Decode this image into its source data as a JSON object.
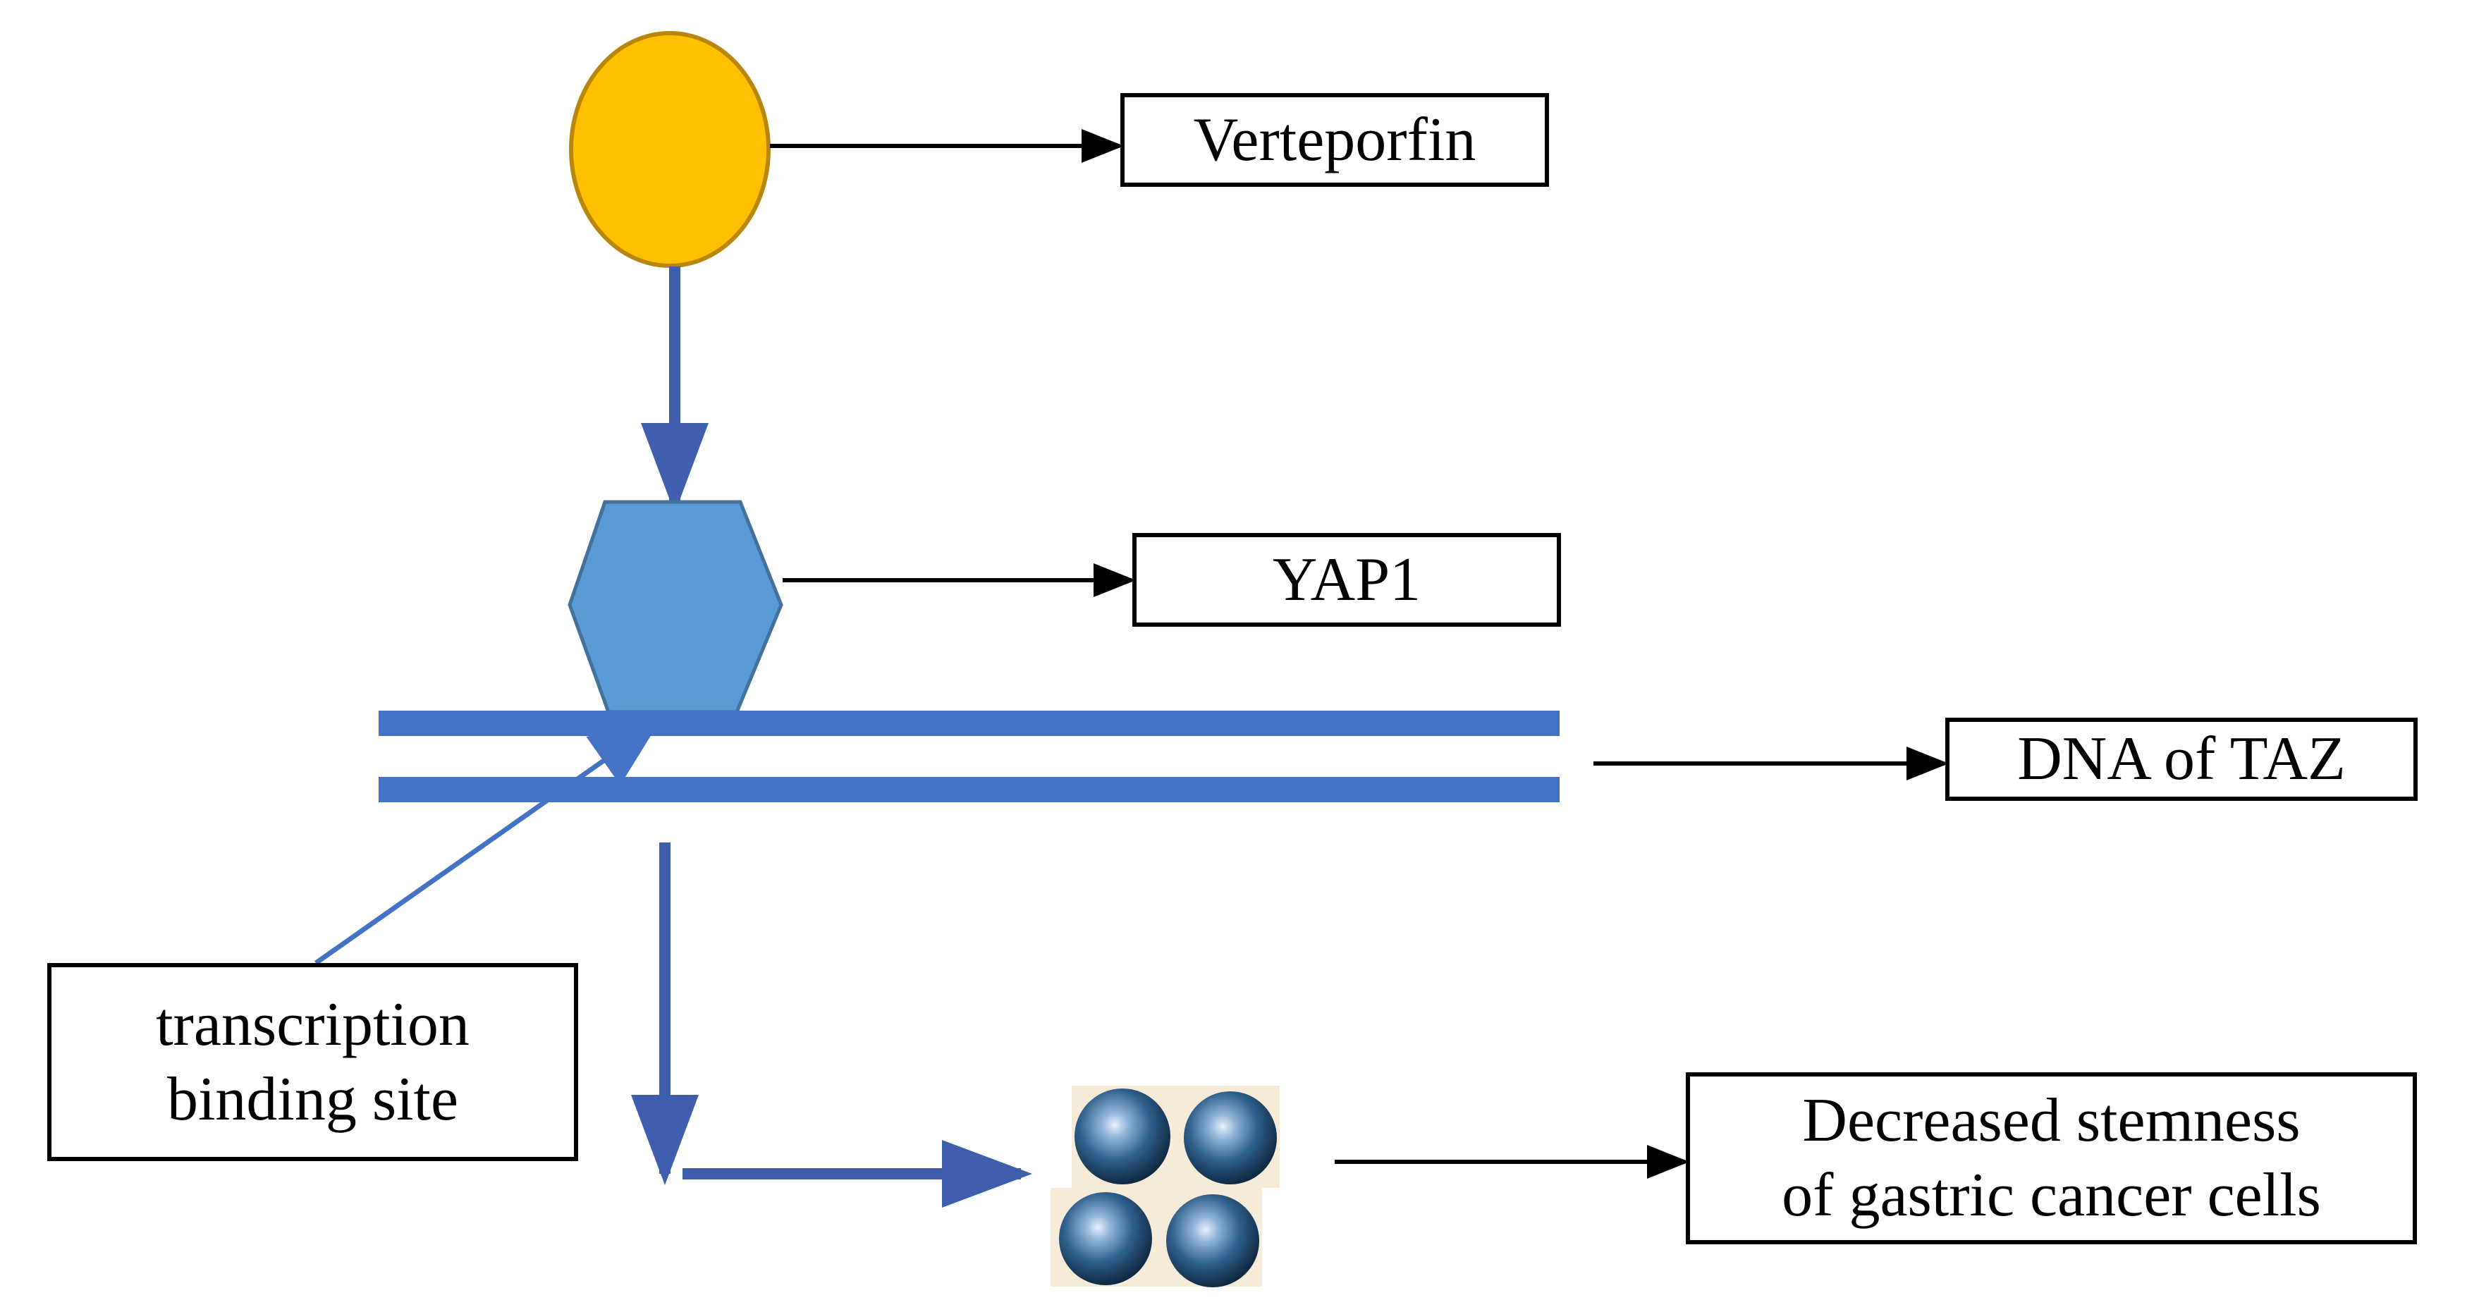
{
  "labels": {
    "verteporfin": "Verteporfin",
    "yap1": "YAP1",
    "dna": "DNA of TAZ",
    "binding_site_line1": "transcription",
    "binding_site_line2": "binding site",
    "outcome_line1": "Decreased stemness",
    "outcome_line2": "of gastric cancer cells"
  },
  "colors": {
    "verteporfin_fill": "#FFC000",
    "verteporfin_stroke": "#B8860B",
    "yap1_fill": "#5B9BD5",
    "yap1_stroke": "#41719C",
    "dna_strand": "#4472C4",
    "flow_arrow": "#3F5FAE",
    "pointer_line": "#4472C4",
    "cell_sphere": "#2E5F8A",
    "cell_background": "#F5EBD8",
    "label_border": "#000000",
    "label_arrow": "#000000"
  },
  "icons": {
    "verteporfin": "yellow-circle",
    "yap1": "blue-hexagon",
    "dna": "double-strand-bars",
    "cells": "four-blue-spheres"
  }
}
